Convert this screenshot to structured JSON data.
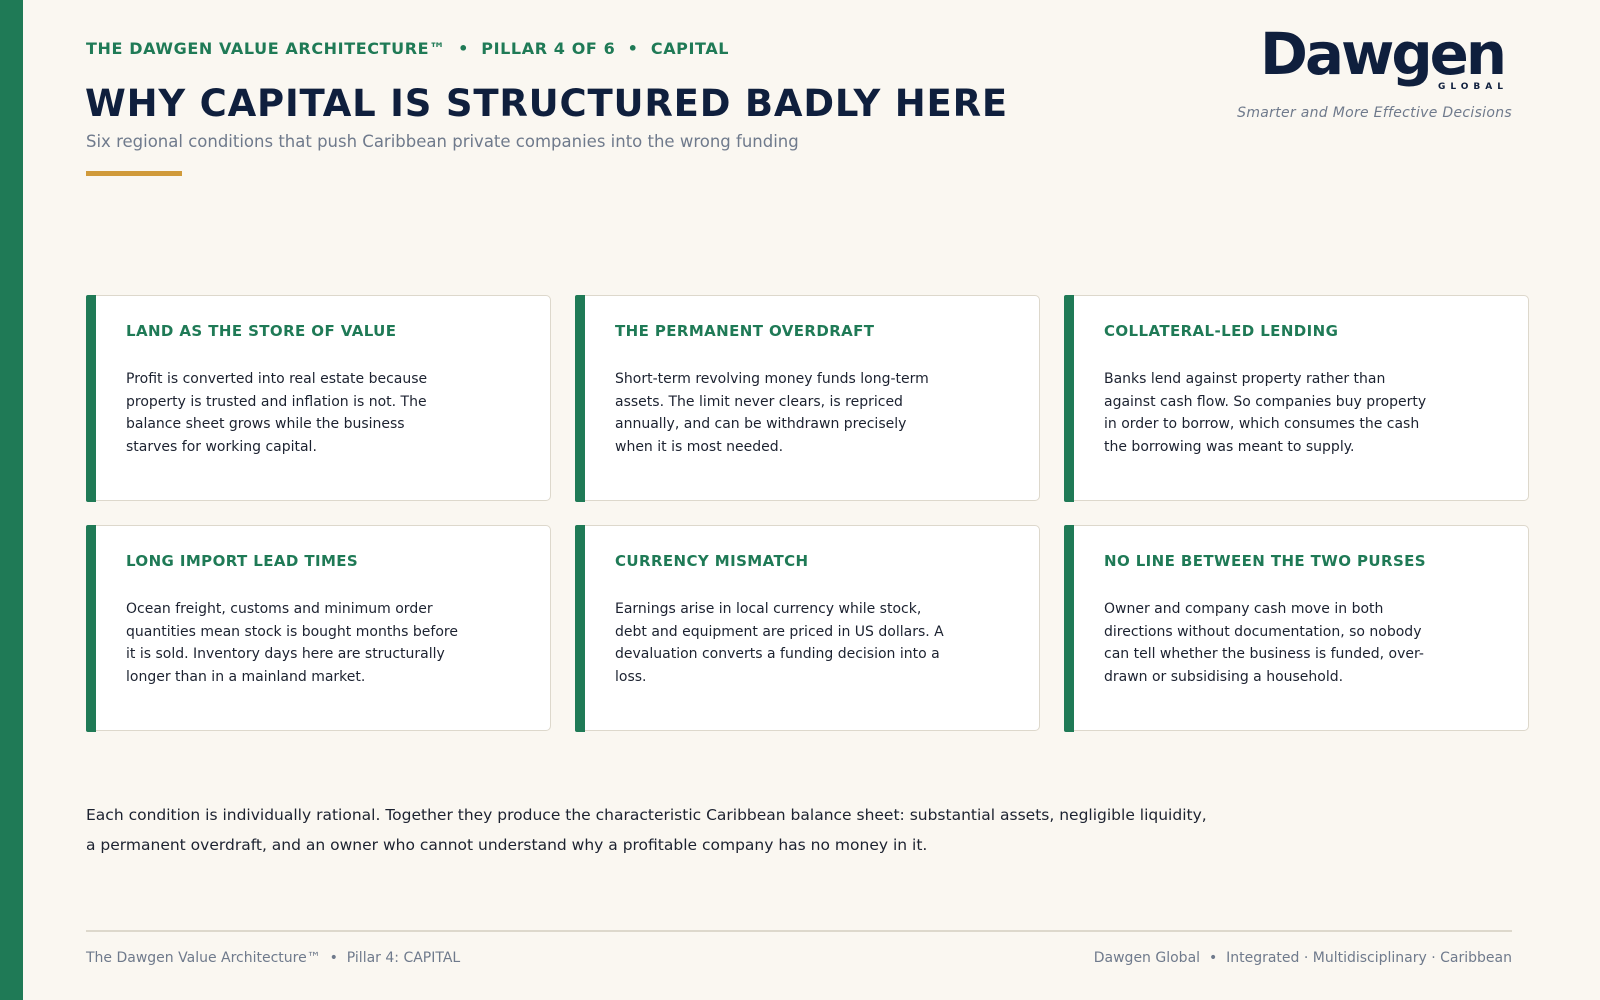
{
  "header": {
    "eyebrow": "THE DAWGEN VALUE ARCHITECTURE™  •  PILLAR 4 OF 6  •  CAPITAL",
    "title": "WHY CAPITAL IS STRUCTURED BADLY HERE",
    "subtitle": "Six regional conditions that push Caribbean private companies into the wrong funding"
  },
  "logo": {
    "wordmark": "Dawgen",
    "sub": "GLOBAL",
    "tagline": "Smarter and More Effective Decisions"
  },
  "cards": [
    {
      "title": "LAND AS THE STORE OF VALUE",
      "body": "Profit is converted into real estate because property is trusted and inflation is not. The balance sheet grows while the business starves for working capital."
    },
    {
      "title": "THE PERMANENT OVERDRAFT",
      "body": "Short-term revolving money funds long-term assets. The limit never clears, is repriced annually, and can be withdrawn precisely when it is most needed."
    },
    {
      "title": "COLLATERAL-LED LENDING",
      "body": "Banks lend against property rather than against cash flow. So companies buy property in order to borrow, which consumes the cash the borrowing was meant to supply."
    },
    {
      "title": "LONG IMPORT LEAD TIMES",
      "body": "Ocean freight, customs and minimum order quantities mean stock is bought months before it is sold. Inventory days here are structurally longer than in a mainland market."
    },
    {
      "title": "CURRENCY MISMATCH",
      "body": "Earnings arise in local currency while stock, debt and equipment are priced in US dollars. A devaluation converts a funding decision into a loss."
    },
    {
      "title": "NO LINE BETWEEN THE TWO PURSES",
      "body": "Owner and company cash move in both directions without documentation, so nobody can tell whether the business is funded, over-drawn or subsidising a household."
    }
  ],
  "summary": "Each condition is individually rational. Together they produce the characteristic Caribbean balance sheet: substantial assets, negligible liquidity, a permanent overdraft, and an owner who cannot understand why a profitable company has no money in it.",
  "footer": {
    "left": "The Dawgen Value Architecture™  •  Pillar 4: CAPITAL",
    "right": "Dawgen Global  •  Integrated · Multidisciplinary · Caribbean"
  },
  "colors": {
    "accent_green": "#1f7a56",
    "navy": "#0f1f3d",
    "gold": "#d09a3a",
    "background": "#faf7f1"
  }
}
